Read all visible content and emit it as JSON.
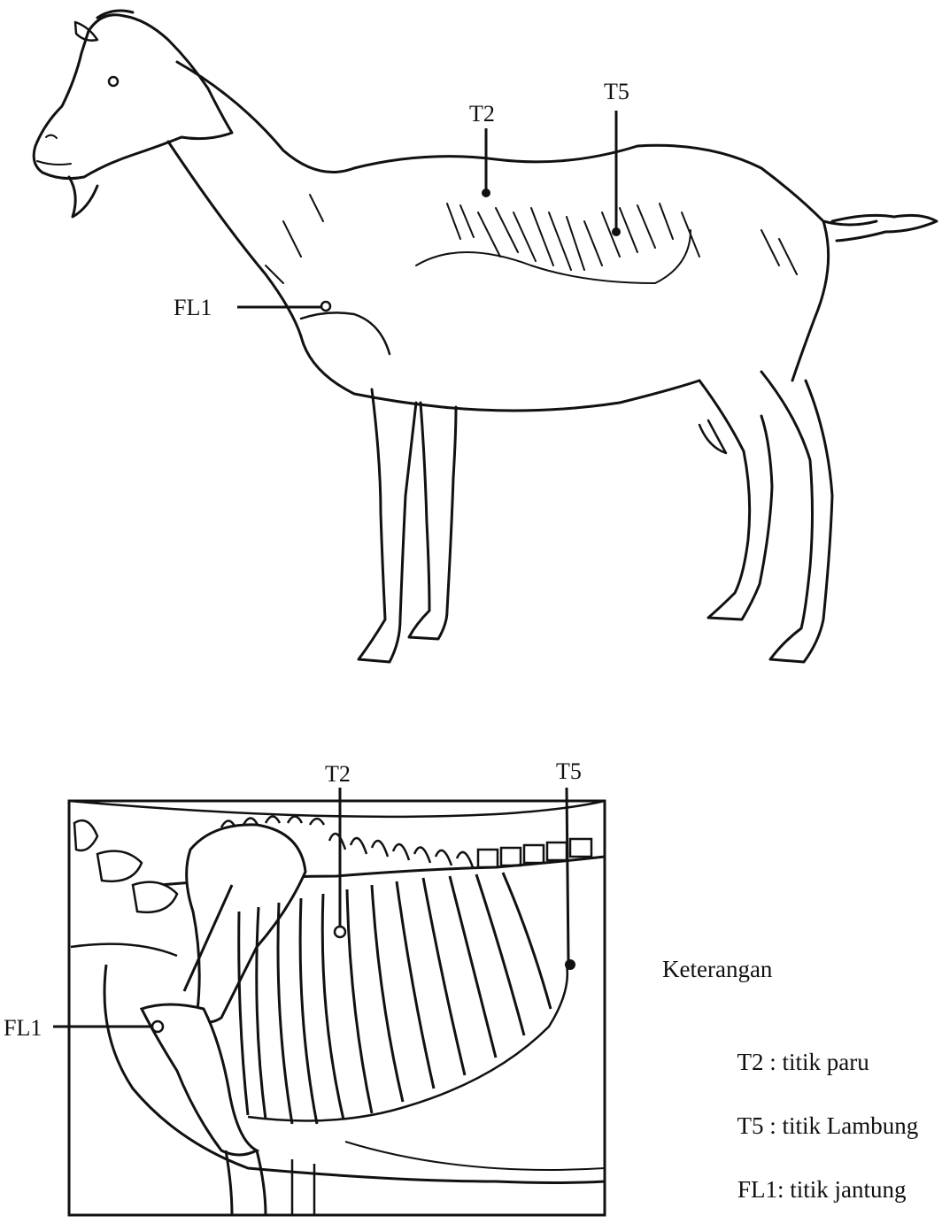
{
  "goat": {
    "labels": {
      "t2": "T2",
      "t5": "T5",
      "fl1": "FL1"
    }
  },
  "skeleton": {
    "labels": {
      "t2": "T2",
      "t5": "T5",
      "fl1": "FL1"
    }
  },
  "legend": {
    "title": "Keterangan",
    "items": [
      {
        "code": "T2",
        "sep": " : ",
        "desc": "titik paru"
      },
      {
        "code": "T5",
        "sep": " : ",
        "desc": "titik Lambung"
      },
      {
        "code": "FL1",
        "sep": ": ",
        "desc": "titik jantung"
      }
    ]
  },
  "colors": {
    "ink": "#111111",
    "paper": "#ffffff"
  }
}
